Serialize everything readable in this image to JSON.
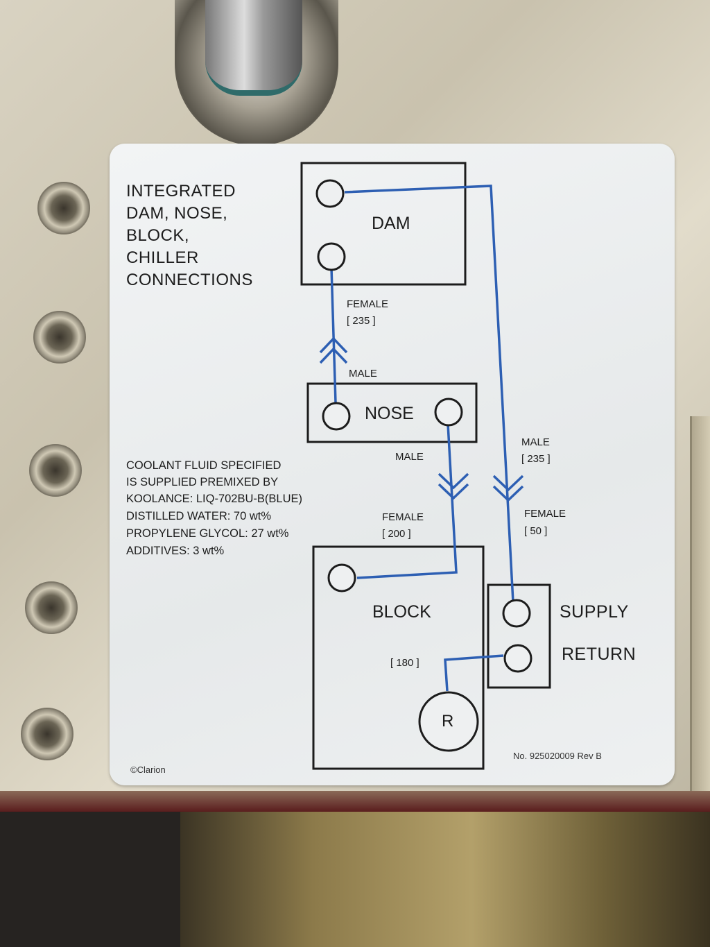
{
  "label": {
    "title_lines": [
      "INTEGRATED",
      "DAM, NOSE,",
      "BLOCK,",
      "CHILLER",
      "CONNECTIONS"
    ],
    "boxes": {
      "dam": "DAM",
      "nose": "NOSE",
      "block": "BLOCK",
      "reservoir": "R"
    },
    "connectors": {
      "dam_nose_female": "FEMALE",
      "dam_nose_female_size": "[ 235 ]",
      "dam_nose_male": "MALE",
      "nose_block_male": "MALE",
      "nose_block_female": "FEMALE",
      "nose_block_female_size": "[ 200 ]",
      "supply_male": "MALE",
      "supply_male_size": "[ 235 ]",
      "supply_female": "FEMALE",
      "supply_female_size": "[ 50 ]",
      "reservoir_size": "[ 180 ]"
    },
    "chiller": {
      "supply": "SUPPLY",
      "return": "RETURN"
    },
    "coolant_spec_lines": [
      "COOLANT FLUID SPECIFIED",
      "IS SUPPLIED PREMIXED BY",
      "KOOLANCE: LIQ-702BU-B(BLUE)",
      "DISTILLED WATER:  70 wt%",
      "PROPYLENE GLYCOL:  27 wt%",
      "ADDITIVES:  3 wt%"
    ],
    "copyright": "©Clarion",
    "part_number": "No. 925020009 Rev B"
  },
  "colors": {
    "tube_blue": "#2d5fb3",
    "ink": "#1c1c1c",
    "label_bg": "#eef0f1"
  },
  "icons": [
    "mounting-hole-icon",
    "fitting-icon",
    "port-circle-icon",
    "chevron-arrow-icon"
  ]
}
